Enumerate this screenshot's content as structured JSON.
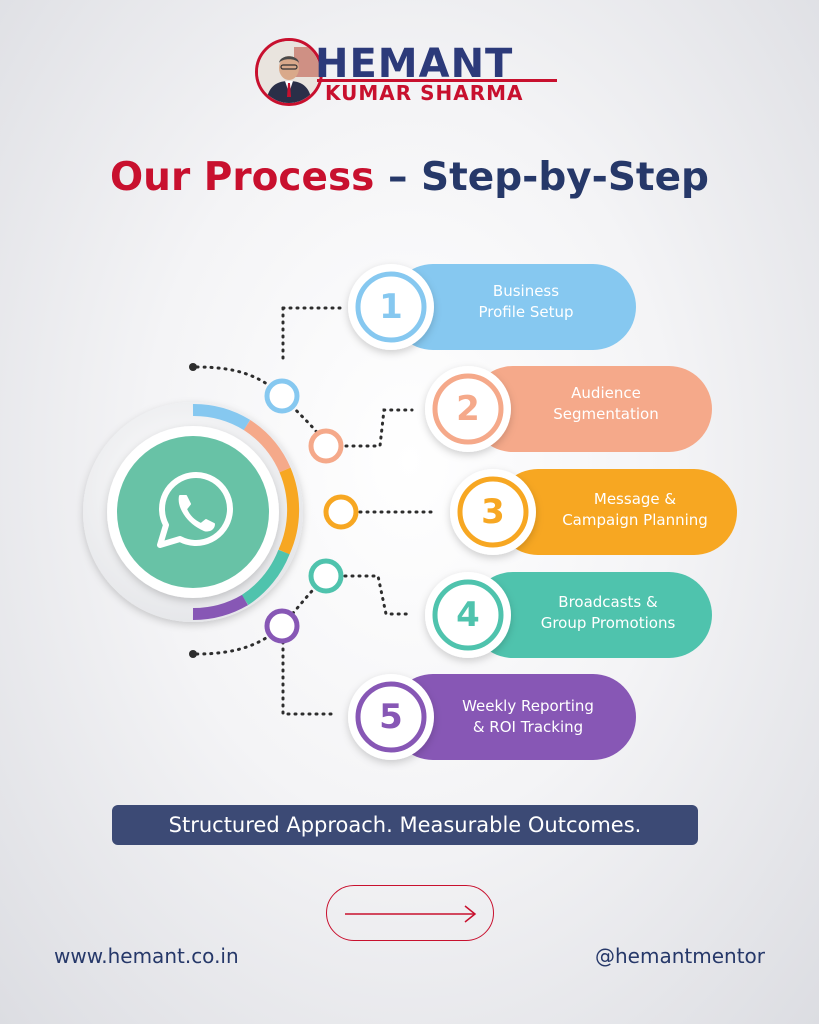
{
  "brand": {
    "name_line1": "HEMANT",
    "name_line2": "KUMAR SHARMA"
  },
  "headline": {
    "part1": "Our Process",
    "part2": " – Step-by-Step"
  },
  "steps": [
    {
      "number": "1",
      "line1": "Business",
      "line2": "Profile Setup",
      "color": "#86c8f0"
    },
    {
      "number": "2",
      "line1": "Audience",
      "line2": "Segmentation",
      "color": "#f5a98a"
    },
    {
      "number": "3",
      "line1": "Message &",
      "line2": "Campaign Planning",
      "color": "#f7a722"
    },
    {
      "number": "4",
      "line1": "Broadcasts &",
      "line2": "Group Promotions",
      "color": "#4fc3ad"
    },
    {
      "number": "5",
      "line1": "Weekly Reporting",
      "line2": "& ROI Tracking",
      "color": "#8757b5"
    }
  ],
  "hub": {
    "icon": "whatsapp-icon",
    "color": "#68c2a6"
  },
  "tagline": "Structured Approach. Measurable Outcomes.",
  "footer": {
    "website": "www.hemant.co.in",
    "handle": "@hemantmentor"
  },
  "colors": {
    "brand_red": "#c8102e",
    "brand_navy": "#263869",
    "tagline_bg": "#3c4a75"
  }
}
